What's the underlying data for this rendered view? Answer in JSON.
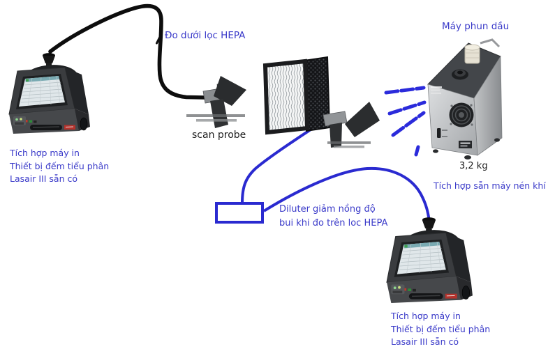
{
  "diagram_title": "Lasair III particle counter HEPA filter scan test setup",
  "colors": {
    "annotation_blue": "#2a2ad0",
    "label_text_blue": "#3a3ac9",
    "label_text_black": "#1c1c1c",
    "cable_black": "#0d0d0d"
  },
  "labels": {
    "measure_under_hepa": "Đo dưới lọc HEPA",
    "oil_sprayer_title": "Máy phun dầu",
    "scan_probe": "scan probe",
    "sprayer_weight": "3,2 kg",
    "compressor_note": "Tích hợp sẵn máy nén khí",
    "diluter_note_line1": "Diluter giảm nồng độ",
    "diluter_note_line2": "bui khi đo trên loc HEPA"
  },
  "counters": {
    "left": {
      "lines": [
        "Tích hợp máy in",
        "Thiết bị đếm tiểu phân",
        "Lasair III sẵn có"
      ]
    },
    "bottom": {
      "lines": [
        "Tích hợp máy in",
        "Thiết bị đếm tiểu phân",
        "Lasair III sẵn có"
      ]
    }
  },
  "components": [
    "particle-counter-left",
    "sample-tube",
    "scan-probe-1",
    "hepa-filter",
    "scan-probe-2",
    "diluter-box",
    "oil-sprayer-generator",
    "particle-counter-bottom"
  ]
}
